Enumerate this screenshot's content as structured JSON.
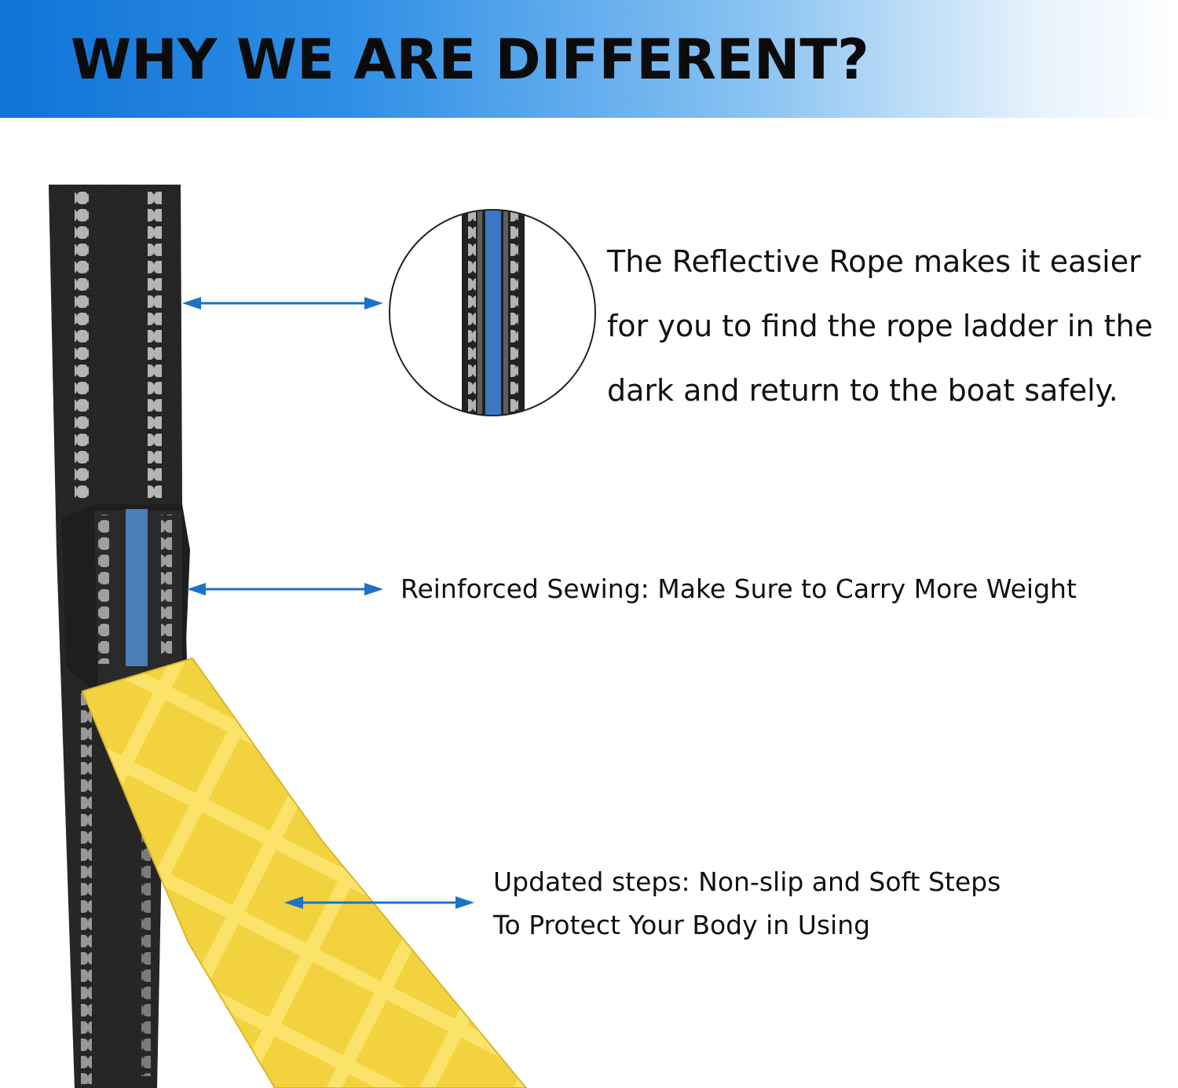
{
  "header": {
    "title": "WHY WE ARE DIFFERENT?"
  },
  "features": {
    "reflective": {
      "lines": [
        "The Reflective Rope makes it easier",
        "for you to find the rope ladder in the",
        "dark and return to the boat safely."
      ]
    },
    "sewing": {
      "text": "Reinforced Sewing: Make Sure to Carry More Weight"
    },
    "steps": {
      "lines": [
        "Updated steps: Non-slip and Soft Steps",
        "To Protect Your Body in Using"
      ]
    }
  },
  "colors": {
    "banner_blue": "#1173d6",
    "arrow_blue": "#1a73c9",
    "strap_black": "#232323",
    "reflective_grey": "#a8a8a8",
    "stitch_blue": "#4a7fb8",
    "step_yellow": "#f3d544"
  },
  "icons": {
    "arrows": "double-headed-arrow",
    "zoom": "magnifier-circle"
  }
}
